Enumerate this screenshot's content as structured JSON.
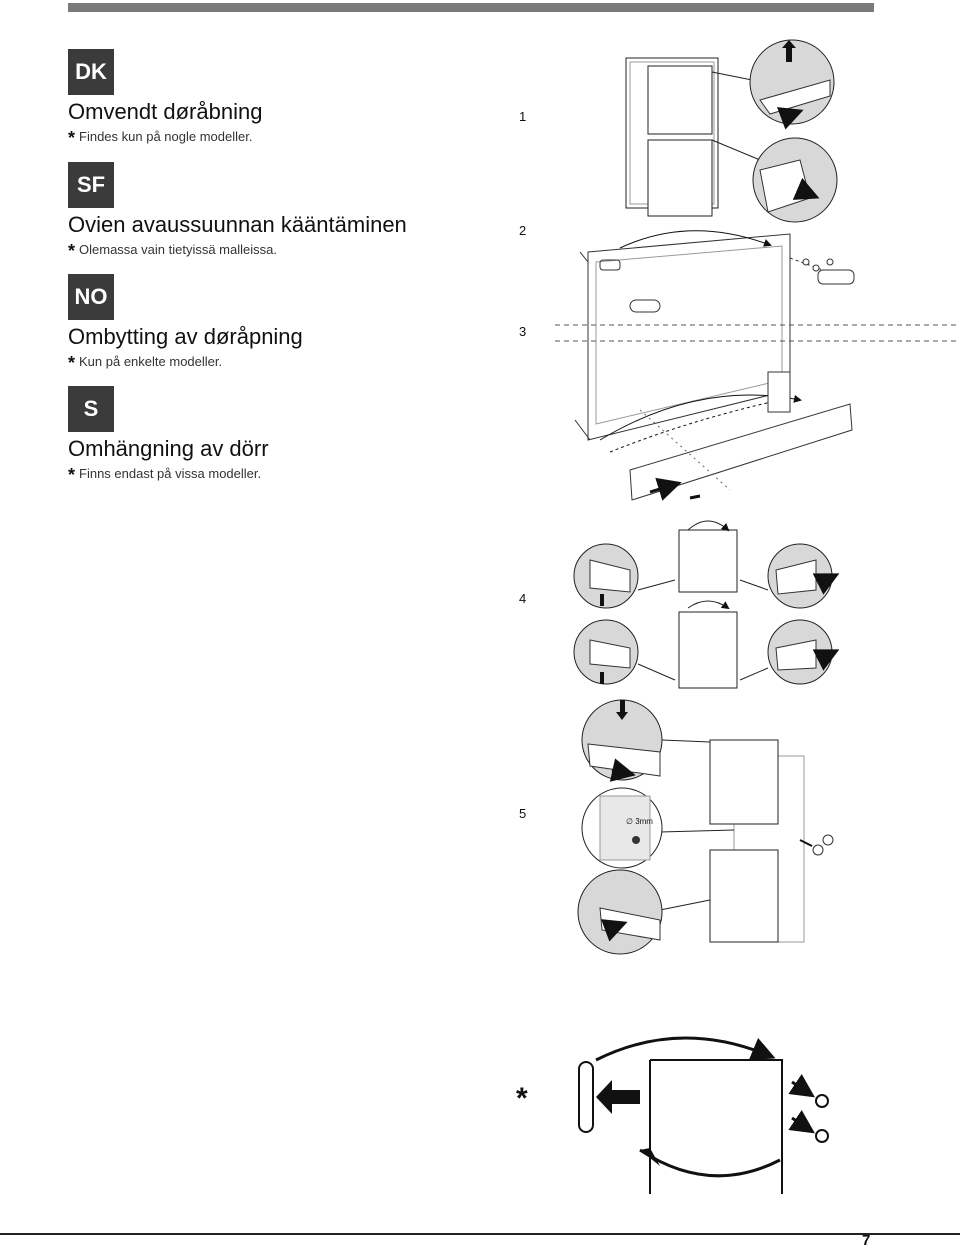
{
  "sections": [
    {
      "code": "DK",
      "heading": "Omvendt døråbning",
      "star": "*",
      "note": "Findes kun på nogle modeller."
    },
    {
      "code": "SF",
      "heading": "Ovien avaussuunnan kääntäminen",
      "star": "*",
      "note": "Olemassa vain tietyissä malleissa."
    },
    {
      "code": "NO",
      "heading": "Ombytting av døråpning",
      "star": "*",
      "note": "Kun på enkelte modeller."
    },
    {
      "code": "S",
      "heading": "Omhängning av dörr",
      "star": "*",
      "note": "Finns endast på vissa modeller."
    }
  ],
  "steps": [
    "1",
    "2",
    "3",
    "4",
    "5"
  ],
  "optional_marker": "*",
  "drill_label": "∅ 3mm",
  "page_number": "7",
  "colors": {
    "badge": "#3b3b3b",
    "topbar": "#7a7a7a",
    "detail_bg": "#d8d8d8"
  }
}
